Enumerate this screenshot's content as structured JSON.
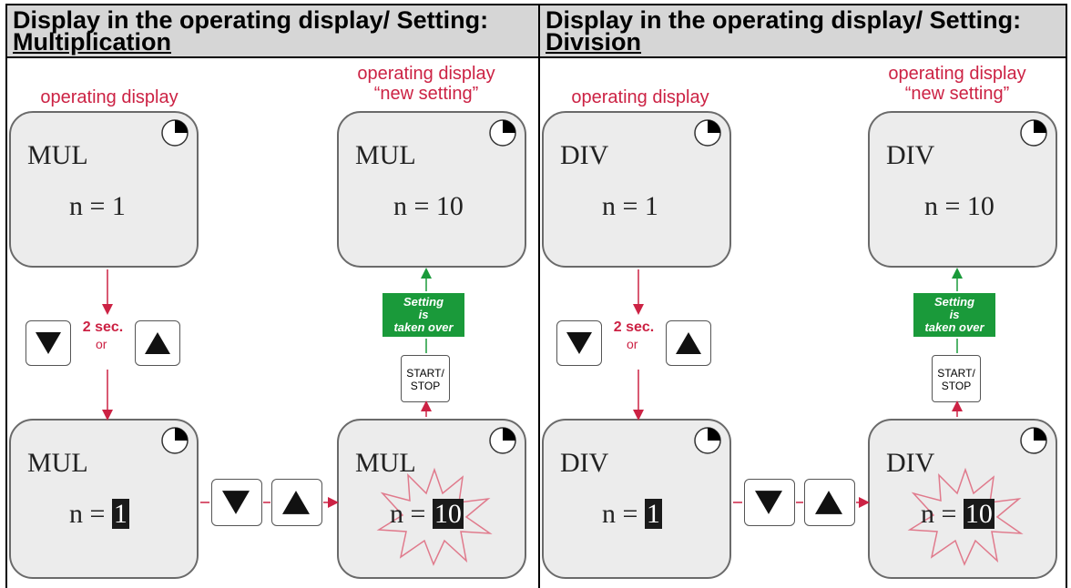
{
  "columns": [
    {
      "header_line1": "Display in the operating display/ Setting:",
      "header_line2": "Multiplication",
      "label_operating": "operating display",
      "label_new_line1": "operating display",
      "label_new_line2": "“new setting”",
      "mode": "MUL",
      "top_left_value": "n = 1",
      "top_right_value": "n = 10",
      "bottom_left_prefix": "n = ",
      "bottom_left_value": "1",
      "bottom_right_prefix": "n = ",
      "bottom_right_value": "10",
      "sec_label": "2 sec.",
      "or_label": "or",
      "taken_line1": "Setting",
      "taken_line2": "is",
      "taken_line3": "taken over",
      "start_stop_line1": "START/",
      "start_stop_line2": "STOP"
    },
    {
      "header_line1": "Display in the operating display/ Setting:",
      "header_line2": "Division",
      "label_operating": "operating display",
      "label_new_line1": "operating display",
      "label_new_line2": "“new setting”",
      "mode": "DIV",
      "top_left_value": "n = 1",
      "top_right_value": "n = 10",
      "bottom_left_prefix": "n = ",
      "bottom_left_value": "1",
      "bottom_right_prefix": "n = ",
      "bottom_right_value": "10",
      "sec_label": "2 sec.",
      "or_label": "or",
      "taken_line1": "Setting",
      "taken_line2": "is",
      "taken_line3": "taken over",
      "start_stop_line1": "START/",
      "start_stop_line2": "STOP"
    }
  ],
  "colors": {
    "header_bg": "#d6d6d6",
    "panel_bg": "#ececec",
    "arrow_red": "#cc2244",
    "arrow_green": "#1a9a3a",
    "taken_bg": "#1a9a3a"
  },
  "icons": [
    "clock-icon",
    "down-triangle-icon",
    "up-triangle-icon",
    "burst-icon"
  ]
}
